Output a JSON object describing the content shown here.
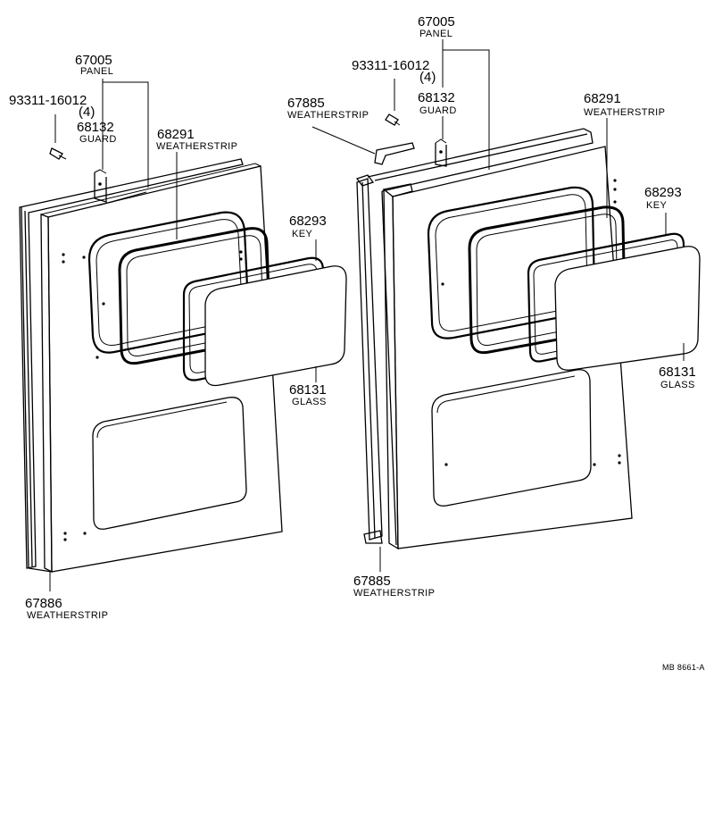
{
  "left_assembly": {
    "panel": {
      "number": "67005",
      "name": "PANEL"
    },
    "screw": {
      "number": "93311-16012",
      "qty": "(4)"
    },
    "guard": {
      "number": "68132",
      "name": "GUARD"
    },
    "weatherstrip_inner": {
      "number": "68291",
      "name": "WEATHERSTRIP"
    },
    "key": {
      "number": "68293",
      "name": "KEY"
    },
    "glass": {
      "number": "68131",
      "name": "GLASS"
    },
    "weatherstrip_outer": {
      "number": "67886",
      "name": "WEATHERSTRIP"
    }
  },
  "right_assembly": {
    "panel": {
      "number": "67005",
      "name": "PANEL"
    },
    "screw": {
      "number": "93311-16012",
      "qty": "(4)"
    },
    "guard": {
      "number": "68132",
      "name": "GUARD"
    },
    "weatherstrip_top": {
      "number": "67885",
      "name": "WEATHERSTRIP"
    },
    "weatherstrip_inner": {
      "number": "68291",
      "name": "WEATHERSTRIP"
    },
    "key": {
      "number": "68293",
      "name": "KEY"
    },
    "glass": {
      "number": "68131",
      "name": "GLASS"
    },
    "weatherstrip_bottom": {
      "number": "67885",
      "name": "WEATHERSTRIP"
    }
  },
  "drawing_code": "MB 8661-A"
}
